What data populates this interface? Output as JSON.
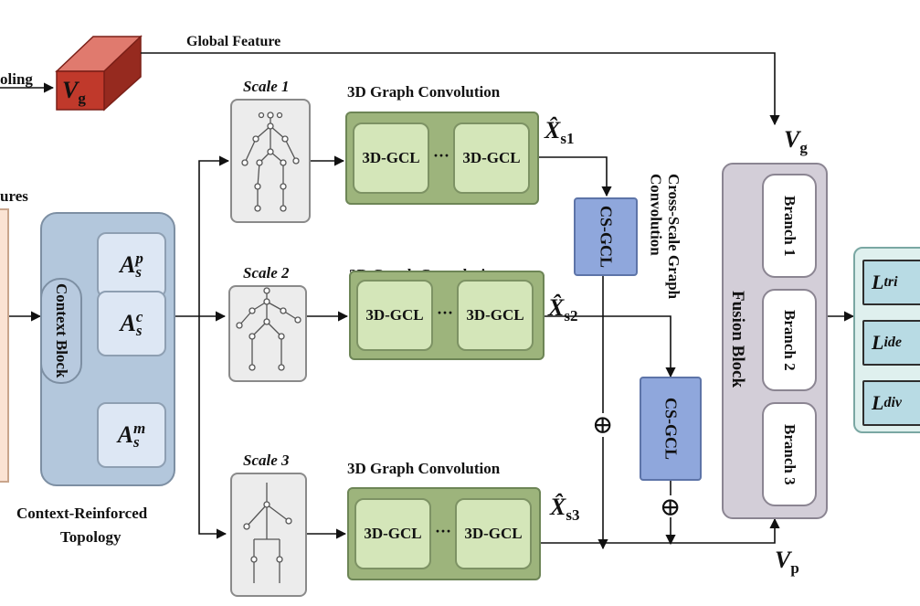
{
  "labels": {
    "global_feature": "Global Feature",
    "pooling_partial": "oling",
    "features_partial": "ures",
    "scale1": "Scale 1",
    "scale2": "Scale 2",
    "scale3": "Scale 3",
    "gc_title1": "3D Graph Convolution",
    "gc_title2": "3D Graph Convolution",
    "gc_title3": "3D Graph Convolution",
    "gcl_left": "3D-GCL",
    "gcl_right": "3D-GCL",
    "ellipsis": "···",
    "context_block": "Context Block",
    "context_topology_line1": "Context-Reinforced",
    "context_topology_line2": "Topology",
    "cross_scale_line1": "Cross-Scale Graph",
    "cross_scale_line2": "Convolution",
    "csgcl": "CS-GCL",
    "fusion_block": "Fusion Block",
    "branch1": "Branch 1",
    "branch2": "Branch 2",
    "branch3": "Branch 3",
    "plus": "⊕"
  },
  "math": {
    "vg_box": {
      "base": "V",
      "sub": "g"
    },
    "vg_fusion": {
      "base": "V",
      "sub": "g"
    },
    "vp": {
      "base": "V",
      "sub": "p"
    },
    "xs1": {
      "base": "X̂",
      "sub": "s1"
    },
    "xs2": {
      "base": "X̂",
      "sub": "s2"
    },
    "xs3": {
      "base": "X̂",
      "sub": "s3"
    },
    "a_p": {
      "base": "A",
      "sup": "p",
      "sub": "s"
    },
    "a_c": {
      "base": "A",
      "sup": "c",
      "sub": "s"
    },
    "a_m": {
      "base": "A",
      "sup": "m",
      "sub": "s"
    },
    "loss1": {
      "base": "L",
      "sub": "tri"
    },
    "loss2": {
      "base": "L",
      "sub": "ide"
    },
    "loss3": {
      "base": "L",
      "sub": "div"
    }
  },
  "colors": {
    "global_cube_front": "#c0392b",
    "global_cube_top": "#e07a6e",
    "context_topology": "#b3c7dc",
    "graph_conv": "#9db47c",
    "cs_gcl": "#8fa7dc",
    "fusion": "#d3ced8",
    "loss_panel": "#dff0ee"
  }
}
